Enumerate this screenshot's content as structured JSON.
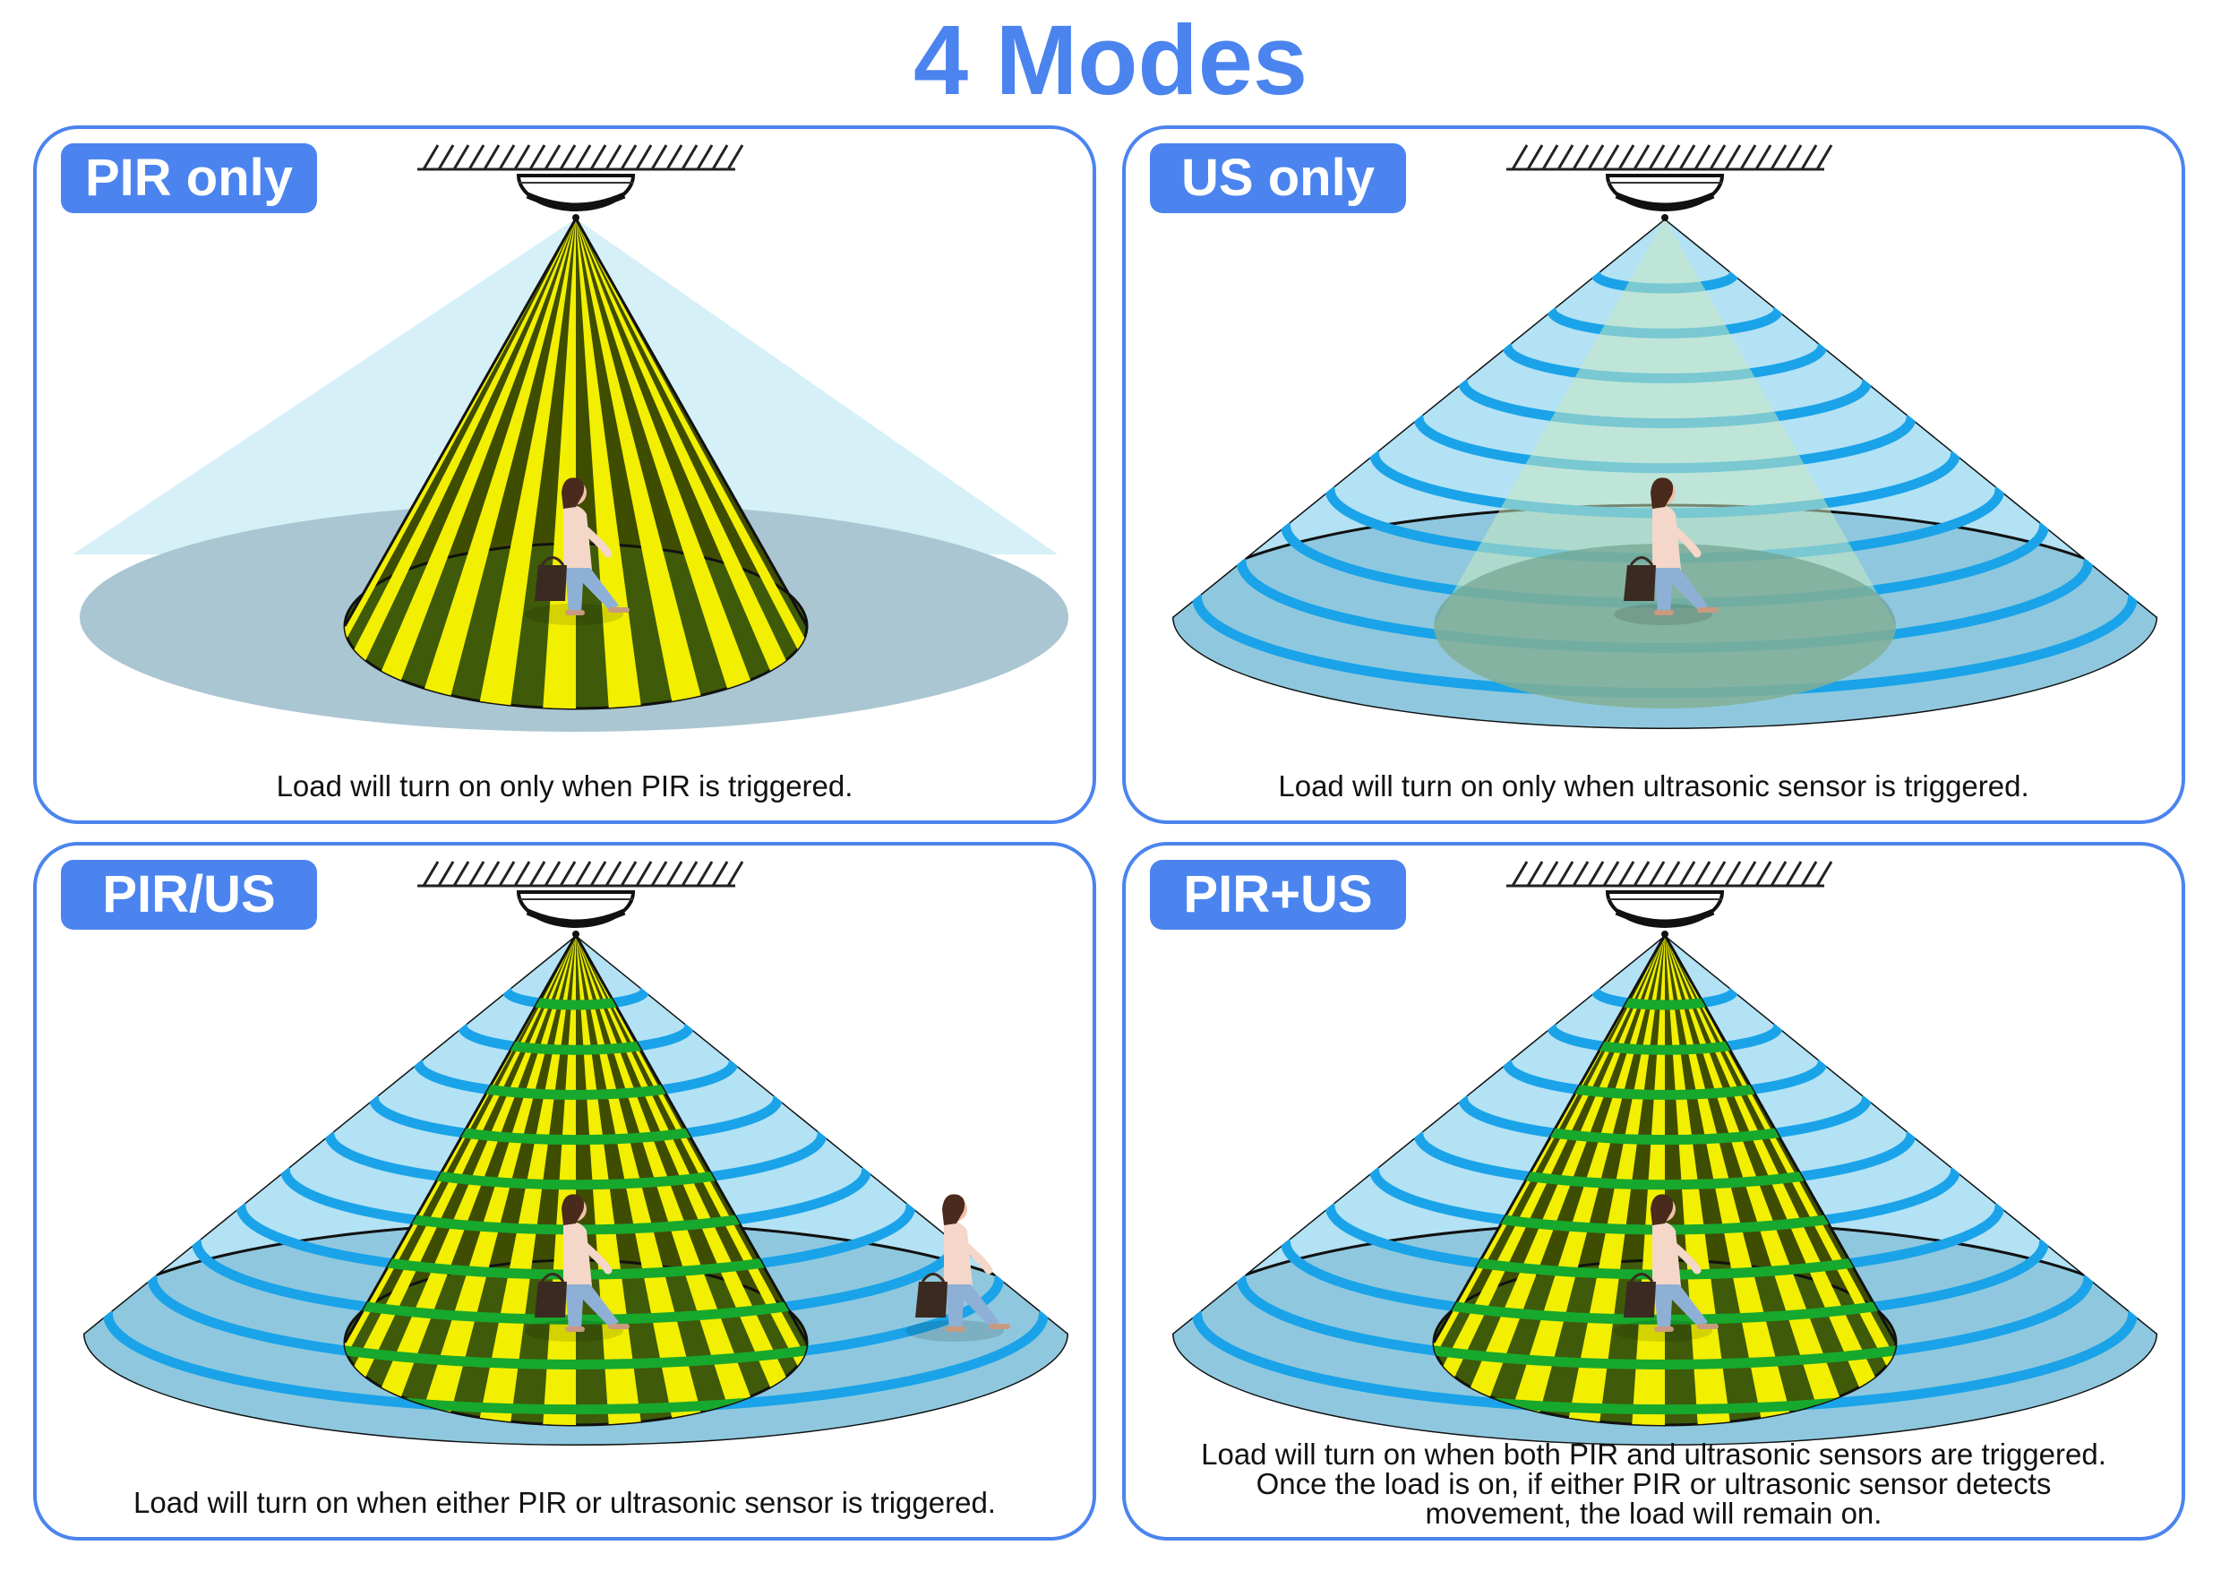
{
  "title": "4 Modes",
  "colors": {
    "accent": "#4b84ee",
    "pir_yellow": "#f2ef00",
    "ultrasonic_blue": "#1aa3e8",
    "floor_blue": "#9fcde4"
  },
  "panels": [
    {
      "mode": "PIR only",
      "caption": [
        "Load will turn on only when PIR is triggered."
      ]
    },
    {
      "mode": "US only",
      "caption": [
        "Load will turn on only when ultrasonic sensor is triggered."
      ]
    },
    {
      "mode": "PIR/US",
      "caption": [
        "Load will turn on when either PIR or ultrasonic sensor is triggered."
      ]
    },
    {
      "mode": "PIR+US",
      "caption": [
        "Load will turn on when both PIR and ultrasonic sensors are triggered.",
        "Once the load is on, if either PIR or ultrasonic sensor detects",
        "movement, the load will remain on."
      ]
    }
  ]
}
